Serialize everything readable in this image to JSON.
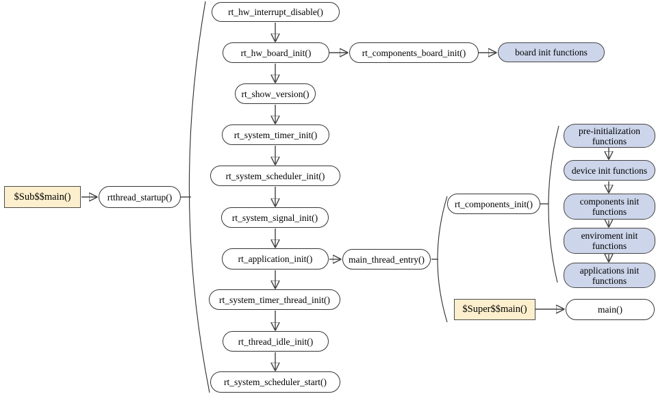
{
  "title": "rt-thread startup sequence diagram",
  "colors": {
    "entry_fill": "#fcefcd",
    "group_fill": "#ccd5ea",
    "node_fill": "#ffffff",
    "line": "#404040"
  },
  "nodes": {
    "sub_main": "$Sub$$main()",
    "rtthread_startup": "rtthread_startup()",
    "rt_hw_interrupt_disable": "rt_hw_interrupt_disable()",
    "rt_hw_board_init": "rt_hw_board_init()",
    "rt_components_board_init": "rt_components_board_init()",
    "board_init_functions": "board init functions",
    "rt_show_version": "rt_show_version()",
    "rt_system_timer_init": "rt_system_timer_init()",
    "rt_system_scheduler_init": "rt_system_scheduler_init()",
    "rt_system_signal_init": "rt_system_signal_init()",
    "rt_application_init": "rt_application_init()",
    "main_thread_entry": "main_thread_entry()",
    "rt_system_timer_thread_init": "rt_system_timer_thread_init()",
    "rt_thread_idle_init": "rt_thread_idle_init()",
    "rt_system_scheduler_start": "rt_system_scheduler_start()",
    "rt_components_init": "rt_components_init()",
    "pre_initialization_functions": "pre-initialization functions",
    "device_init_functions": "device init functions",
    "components_init_functions": "components init functions",
    "enviroment_init_functions": "enviroment init functions",
    "applications_init_functions": "applications init functions",
    "super_main": "$Super$$main()",
    "main": "main()"
  }
}
